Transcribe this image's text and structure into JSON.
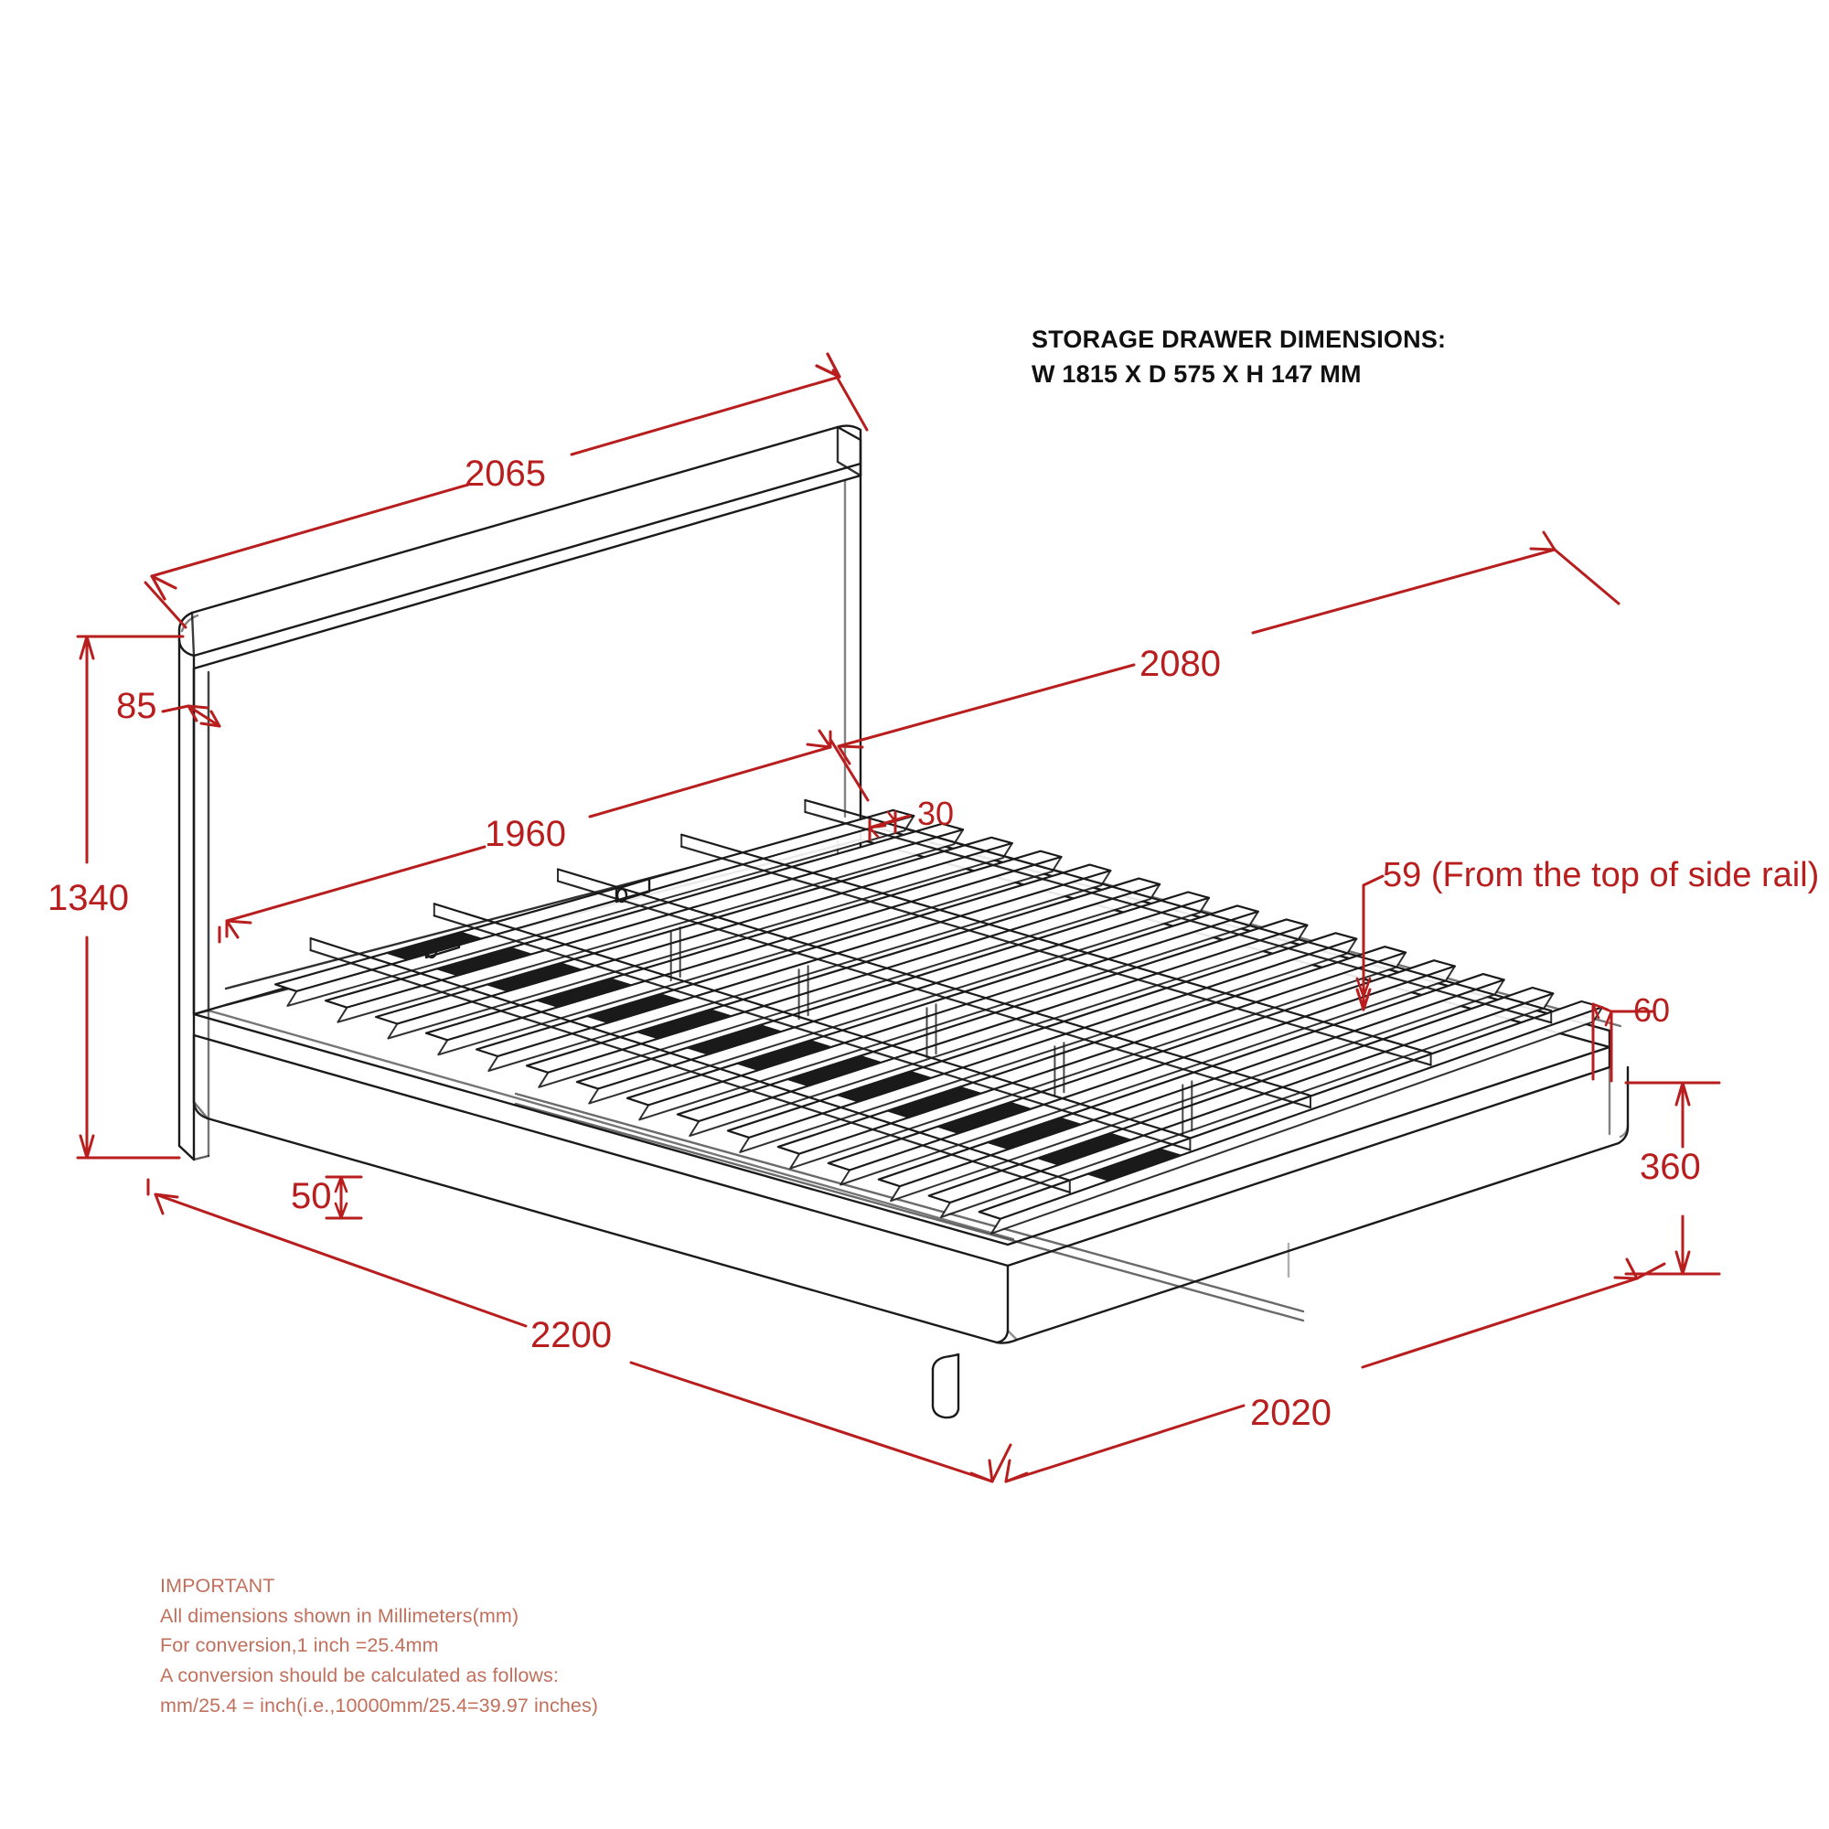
{
  "title_block": {
    "line1": "STORAGE DRAWER DIMENSIONS:",
    "line2": "W 1815 X D 575 X H 147 MM"
  },
  "note_block": {
    "line1": "IMPORTANT",
    "line2": "All dimensions shown in Millimeters(mm)",
    "line3": "For conversion,1 inch =25.4mm",
    "line4": "A conversion should be calculated as follows:",
    "line5": "mm/25.4 = inch(i.e.,10000mm/25.4=39.97 inches)"
  },
  "colors": {
    "dimension_red": "#B81E1E",
    "note_text": "#C0705C",
    "outline_black": "#1A1A1A",
    "title_black": "#101010",
    "background": "#FFFFFF"
  },
  "dimensions": {
    "headboard_top_width": "2065",
    "headboard_post_thickness": "85",
    "overall_height": "1340",
    "headboard_inner_width": "1960",
    "side_rail_offset": "30",
    "frame_top_width": "2080",
    "slat_height_note": "59 (From the top of side rail)",
    "foot_rail_offset": "60",
    "base_height": "360",
    "base_lip": "50",
    "overall_length": "2200",
    "base_length": "2020"
  },
  "chart_data": {
    "type": "table",
    "title": "Platform storage bed — isometric dimensioned drawing",
    "units": "mm",
    "categories": [
      "Headboard top width",
      "Headboard post thickness",
      "Overall height",
      "Headboard inner width",
      "Side rail offset",
      "Frame top width",
      "Slat top height from side rail",
      "Foot rail offset",
      "Base height",
      "Base lip",
      "Overall length",
      "Base length",
      "Storage drawer width",
      "Storage drawer depth",
      "Storage drawer height"
    ],
    "values": [
      2065,
      85,
      1340,
      1960,
      30,
      2080,
      59,
      60,
      360,
      50,
      2200,
      2020,
      1815,
      575,
      147
    ]
  }
}
